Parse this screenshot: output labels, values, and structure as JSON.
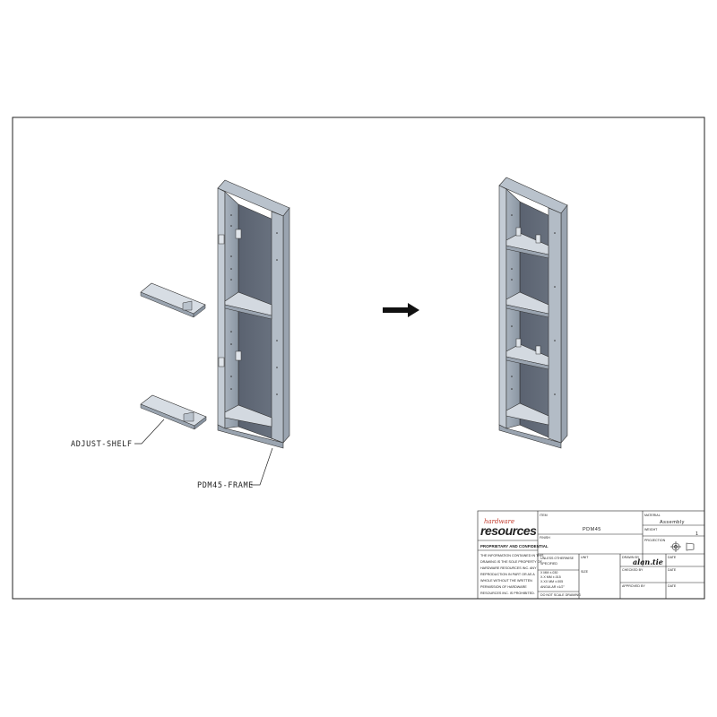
{
  "labels": {
    "adjust_shelf": "ADJUST-SHELF",
    "frame": "PDM45-FRAME"
  },
  "title_block": {
    "logo_top": "hardware",
    "logo_main": "resources",
    "proprietary": "PROPRIETARY AND CONFIDENTIAL",
    "notice_lines": [
      "THE INFORMATION CONTAINED IN THIS",
      "DRAWING IS THE SOLE PROPERTY OF",
      "HARDWARE RESOURCES INC. ANY",
      "REPRODUCTION IN PART OR AS A",
      "WHOLE WITHOUT THE WRITTEN",
      "PERMISSION OF HARDWARE",
      "RESOURCES INC. IS PROHIBITED."
    ],
    "tolerance_lines": [
      "UNLESS OTHERWISE",
      "SPECIFIED",
      "X  MM  ±.030",
      "X.X  MM  ±.015",
      "X.XX MM  ±.005",
      "ANGULAR   ±1/2°",
      "DO NOT SCALE DRAWING"
    ],
    "item_label": "ITEM",
    "item_value": "PDM45",
    "finish_label": "FINISH",
    "material_label": "MATERIAL",
    "material_value": "Assembly",
    "weight_label": "WEIGHT",
    "weight_value": "1",
    "projection_label": "PROJECTION",
    "unit_label": "UNIT",
    "size_label": "SIZE",
    "drawn_by_label": "DRAWN BY",
    "drawn_by_value": "alan.tie",
    "checked_by_label": "CHECKED BY",
    "approved_by_label": "APPROVED BY",
    "date_label": "DATE"
  }
}
